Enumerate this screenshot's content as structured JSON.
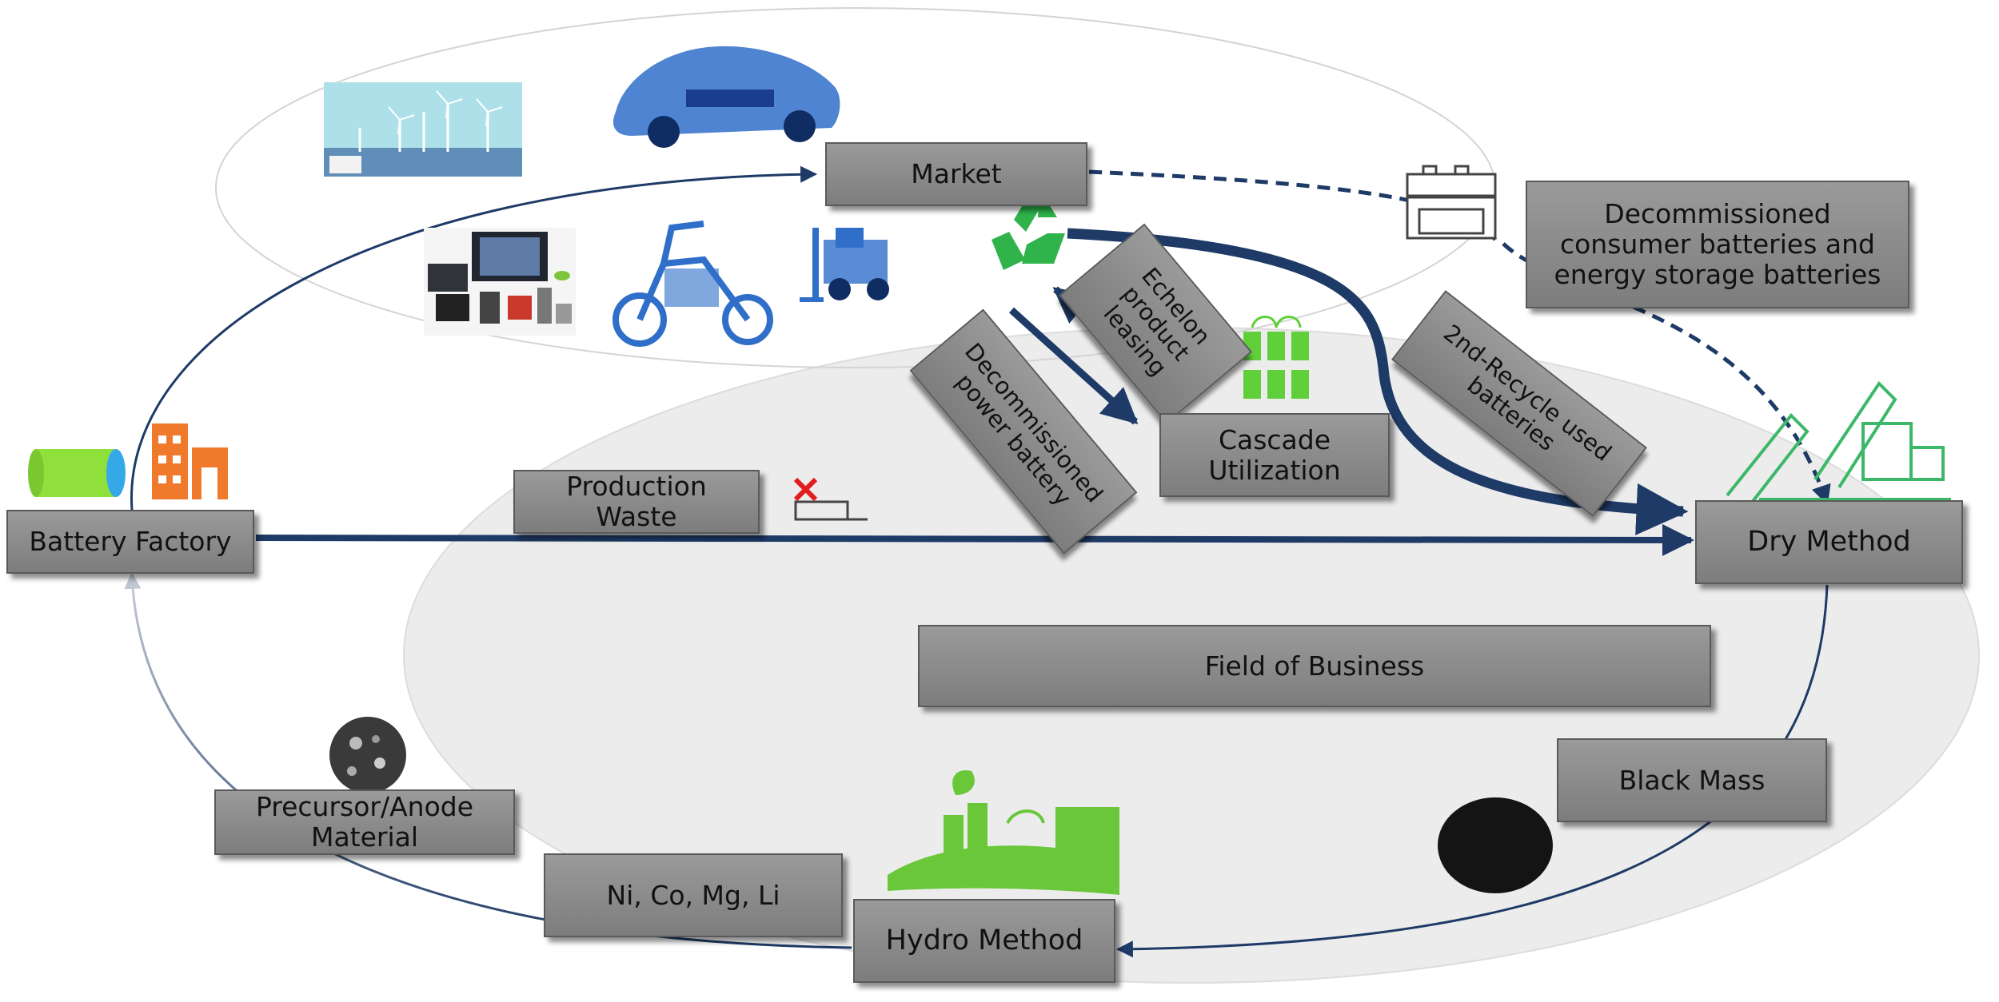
{
  "diagram": {
    "colors": {
      "dark_navy": "#1e3a66",
      "box_fill": "#8c8c8c",
      "business_field": "#ececec",
      "recycle_green": "#2fb34a",
      "factory_orange": "#f07a2b",
      "battery_green": "#8fe03a",
      "battery_blue": "#35a9e8"
    },
    "nodes": {
      "battery_factory": "Battery Factory",
      "market": "Market",
      "decommissioned_consumer": "Decommissioned\nconsumer batteries and\nenergy storage batteries",
      "echelon_leasing": "Echelon\nproduct\nleasing",
      "decommissioned_power": "Decommissioned\npower battery",
      "cascade_utilization": "Cascade\nUtilization",
      "recycle_used": "2nd-Recycle used\nbatteries",
      "production_waste": "Production\nWaste",
      "dry_method": "Dry Method",
      "field_of_business": "Field of Business",
      "black_mass": "Black Mass",
      "precursor_anode": "Precursor/Anode\nMaterial",
      "metals": "Ni, Co, Mg, Li",
      "hydro_method": "Hydro Method"
    },
    "icons": [
      "wind-turbine-photo",
      "electric-car-icon",
      "consumer-electronics-photo",
      "e-scooter-icon",
      "forklift-icon",
      "recycle-icon",
      "battery-pack-icon",
      "charging-batteries-icon",
      "cylindrical-battery-icon",
      "factory-building-icon",
      "recycling-plant-icon",
      "waste-battery-icon",
      "black-mass-powder-icon",
      "precursor-powder-icon",
      "green-factory-icon"
    ]
  }
}
